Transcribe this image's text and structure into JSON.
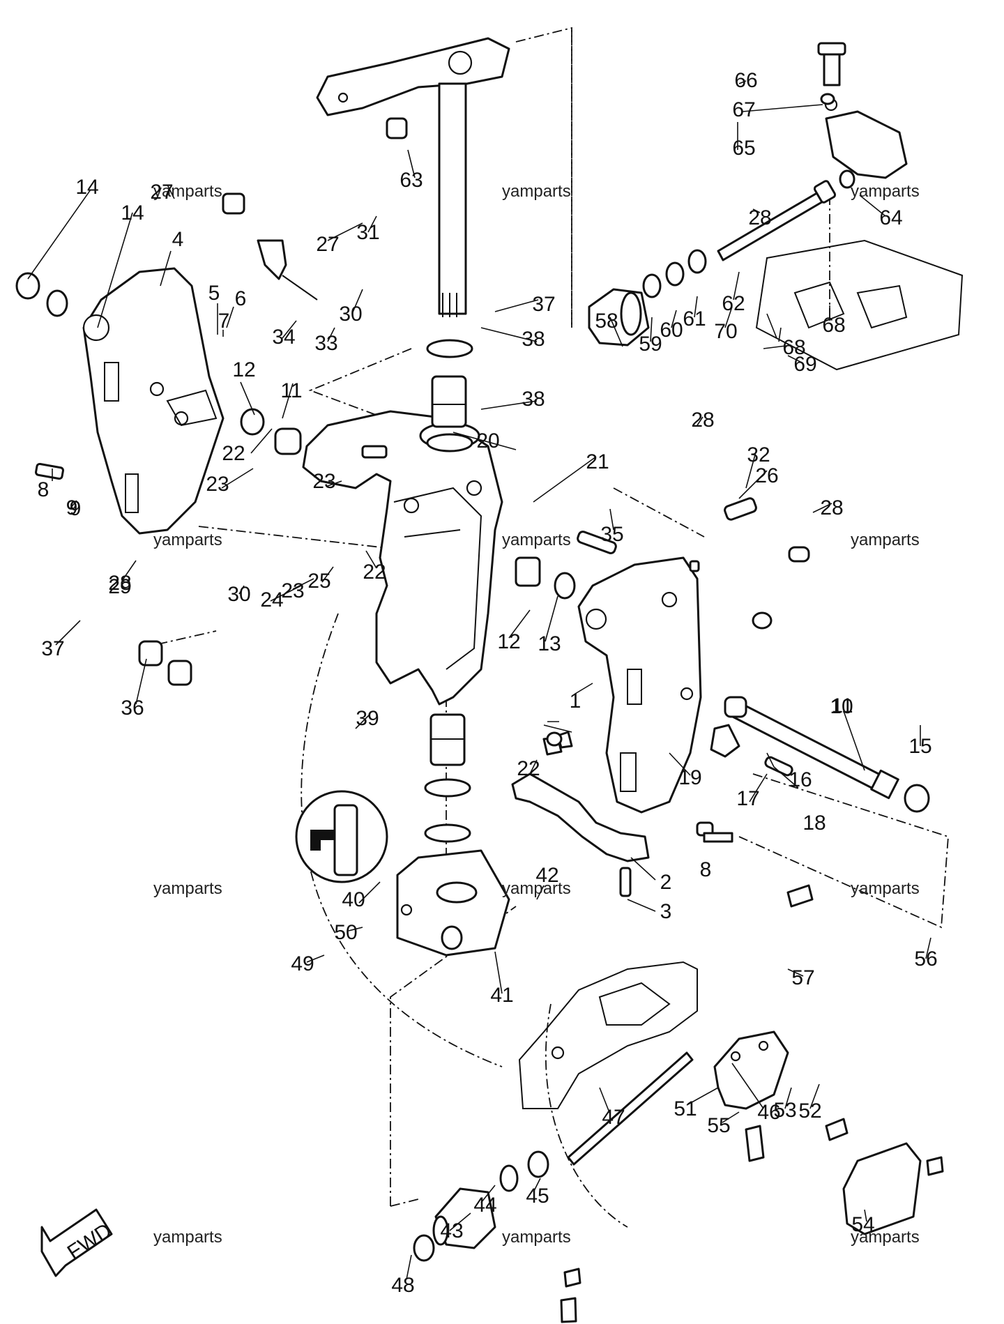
{
  "watermark": "yamparts",
  "direction_label": "FWD",
  "callouts": [
    "1",
    "2",
    "3",
    "4",
    "5",
    "6",
    "7",
    "8",
    "8",
    "9",
    "9",
    "10",
    "11",
    "11",
    "12",
    "12",
    "13",
    "14",
    "14",
    "15",
    "16",
    "17",
    "18",
    "19",
    "20",
    "21",
    "22",
    "22",
    "22",
    "23",
    "23",
    "23",
    "24",
    "25",
    "26",
    "27",
    "27",
    "28",
    "28",
    "28",
    "28",
    "29",
    "30",
    "30",
    "31",
    "32",
    "33",
    "34",
    "35",
    "36",
    "37",
    "37",
    "38",
    "38",
    "39",
    "40",
    "41",
    "42",
    "43",
    "44",
    "45",
    "46",
    "47",
    "48",
    "49",
    "50",
    "51",
    "52",
    "53",
    "54",
    "55",
    "56",
    "57",
    "58",
    "59",
    "60",
    "61",
    "62",
    "63",
    "64",
    "65",
    "66",
    "67",
    "68",
    "68",
    "69",
    "70"
  ]
}
